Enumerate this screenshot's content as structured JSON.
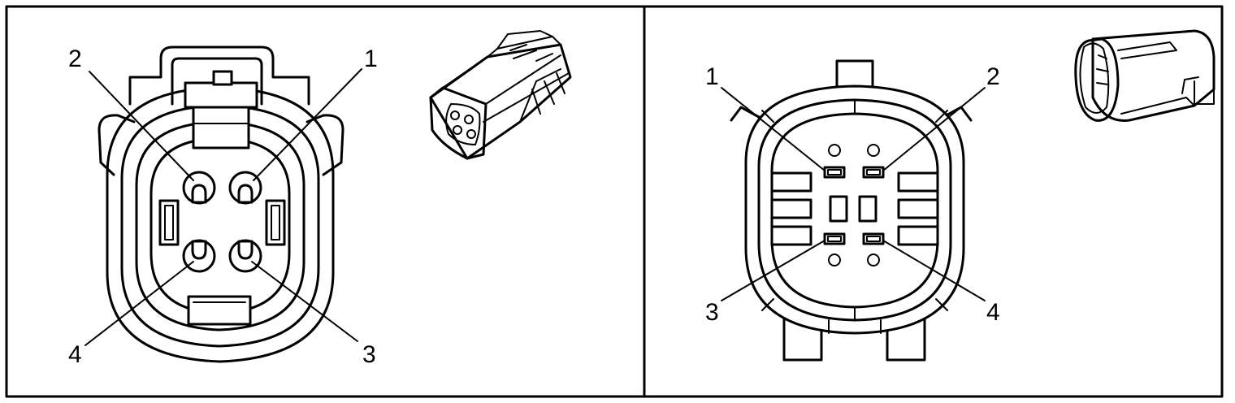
{
  "left_connector": {
    "pins": [
      {
        "label": "1"
      },
      {
        "label": "2"
      },
      {
        "label": "3"
      },
      {
        "label": "4"
      }
    ]
  },
  "right_connector": {
    "pins": [
      {
        "label": "1"
      },
      {
        "label": "2"
      },
      {
        "label": "3"
      },
      {
        "label": "4"
      }
    ]
  },
  "colors": {
    "line": "#000000",
    "background": "#ffffff"
  }
}
